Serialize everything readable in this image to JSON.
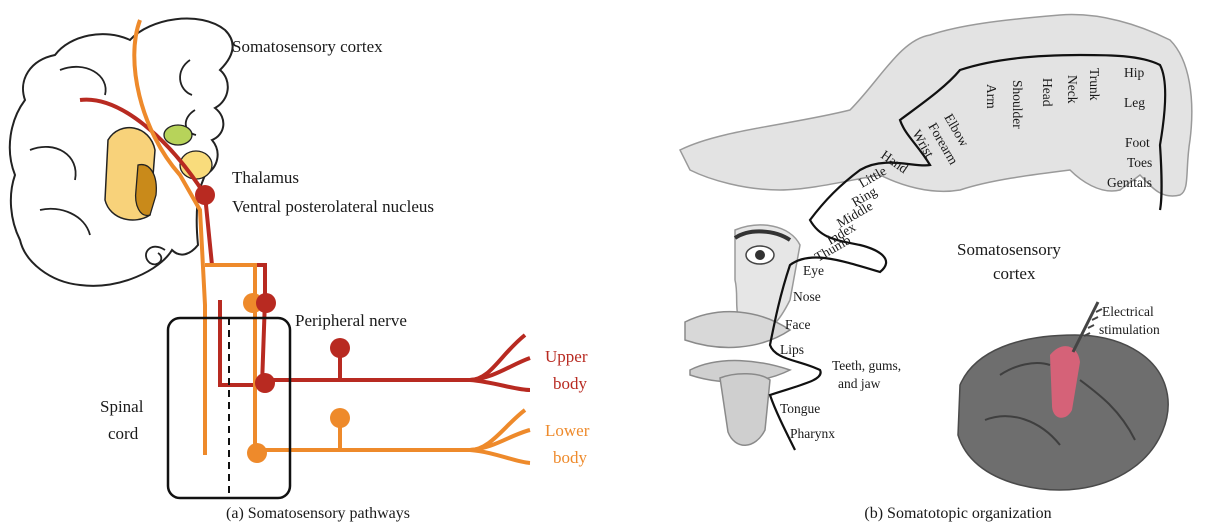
{
  "panel_a": {
    "labels": {
      "cortex": "Somatosensory cortex",
      "thalamus": "Thalamus",
      "vpl": "Ventral posterolateral nucleus",
      "peripheral_nerve": "Peripheral nerve",
      "spinal_line1": "Spinal",
      "spinal_line2": "cord",
      "upper_line1": "Upper",
      "upper_line2": "body",
      "lower_line1": "Lower",
      "lower_line2": "body"
    },
    "caption": "(a) Somatosensory pathways",
    "colors": {
      "upper": "#b82a21",
      "lower": "#ee8a2b",
      "outline": "#222222"
    }
  },
  "panel_b": {
    "title_line1": "Somatosensory",
    "title_line2": "cortex",
    "stimulation_line1": "Electrical",
    "stimulation_line2": "stimulation",
    "body_parts": {
      "hip": "Hip",
      "leg": "Leg",
      "trunk": "Trunk",
      "neck": "Neck",
      "head": "Head",
      "shoulder": "Shoulder",
      "arm": "Arm",
      "elbow": "Elbow",
      "forearm": "Forearm",
      "wrist": "Wrist",
      "hand": "Hand",
      "little": "Little",
      "ring": "Ring",
      "middle": "Middle",
      "index": "Index",
      "thumb": "Thumb",
      "eye": "Eye",
      "nose": "Nose",
      "face": "Face",
      "lips": "Lips",
      "teeth1": "Teeth, gums,",
      "teeth2": "and jaw",
      "tongue": "Tongue",
      "pharynx": "Pharynx",
      "foot": "Foot",
      "toes": "Toes",
      "genitals": "Genitals"
    },
    "caption": "(b) Somatotopic organization",
    "colors": {
      "highlight": "#e8607a",
      "brain": "#6e6e6e"
    }
  }
}
